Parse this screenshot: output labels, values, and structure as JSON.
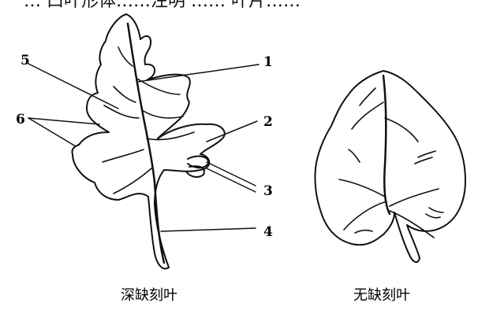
{
  "header_fragment": "… 口叶形体……注明 …… 叶片……",
  "left_leaf": {
    "caption": "深缺刻叶",
    "labels": [
      "1",
      "2",
      "3",
      "4",
      "5",
      "6"
    ]
  },
  "right_leaf": {
    "caption": "无缺刻叶"
  }
}
